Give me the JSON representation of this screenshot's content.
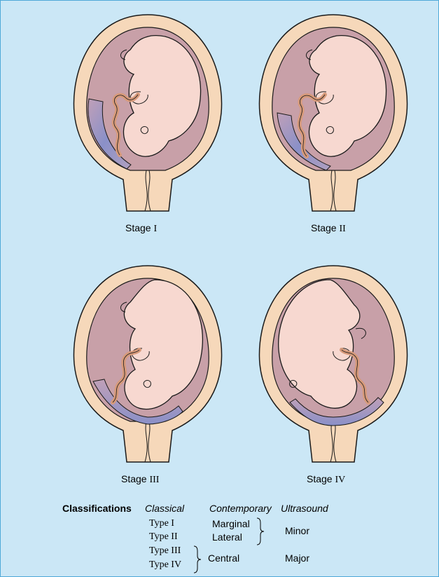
{
  "stages": [
    {
      "label_prefix": "Stage",
      "label_numeral": "I"
    },
    {
      "label_prefix": "Stage",
      "label_numeral": "II"
    },
    {
      "label_prefix": "Stage",
      "label_numeral": "III"
    },
    {
      "label_prefix": "Stage",
      "label_numeral": "IV"
    }
  ],
  "classifications": {
    "heading": "Classifications",
    "columns": {
      "classical": "Classical",
      "contemporary": "Contemporary",
      "ultrasound": "Ultrasound"
    },
    "classical_types": [
      "Type I",
      "Type II",
      "Type III",
      "Type IV"
    ],
    "contemporary_types": [
      "Marginal",
      "Lateral",
      "Central"
    ],
    "ultrasound_types": [
      "Minor",
      "Major"
    ]
  },
  "colors": {
    "background": "#cbe7f6",
    "uterus": "#f6d8ba",
    "cavity": "#c8a0a8",
    "fetus": "#f7d8d0",
    "placenta": "#8a90c8",
    "cord": "#d79a7a",
    "outline": "#1a1a1a"
  }
}
